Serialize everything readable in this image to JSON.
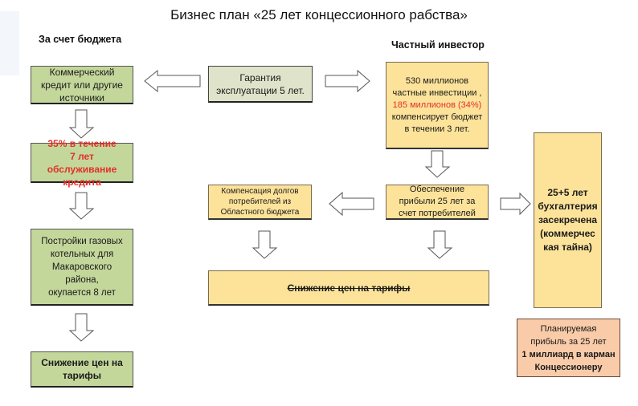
{
  "title": "Бизнес план «25 лет концессионного рабства»",
  "headers": {
    "budget": "За счет бюджета",
    "investor": "Частный инвестор"
  },
  "colors": {
    "green_box": "#c4d79b",
    "gray_box": "#dfe3c9",
    "yellow_box": "#fde39a",
    "peach_box": "#f9cba8",
    "highlight_red": "#e0302a"
  },
  "budget_column": {
    "credit_box": [
      "Коммерческий",
      "кредит или другие",
      "источники"
    ],
    "interest_box": [
      "35%  в течение",
      "7 лет обслуживание",
      "кредита"
    ],
    "construction_box": [
      "Постройки газовых",
      "котельных для",
      "Макаровского района,",
      "окупается  8 лет"
    ],
    "tariff_box": [
      "Снижение цен на",
      "тарифы"
    ]
  },
  "center": {
    "guarantee_box": [
      "Гарантия",
      "эксплуатации  5 лет."
    ],
    "compensation_box": [
      "Компенсация долгов",
      "потребителей из",
      "Областного бюджета"
    ],
    "tariff_wide_box": "Снижение цен на тарифы"
  },
  "investor_column": {
    "investment_box": {
      "line1": "530 миллионов",
      "line2": "частные инвестиции ,",
      "line3_red": "185  миллионов  (34%)",
      "line4": "компенсирует бюджет",
      "line5": "в течении 3 лет."
    },
    "profit_box": [
      "Обеспечение",
      "прибыли 25 лет за",
      "счет потребителей"
    ]
  },
  "right_column": {
    "secret_box": [
      "25+5 лет",
      "бухгалтерия",
      "засекречена",
      "(коммерчес",
      "кая тайна)"
    ],
    "planned_box": {
      "line1": "Планируемая",
      "line2": "прибыль за 25 лет",
      "line3_bold": "1 миллиард в карман",
      "line4_bold": "Концессионеру"
    }
  }
}
